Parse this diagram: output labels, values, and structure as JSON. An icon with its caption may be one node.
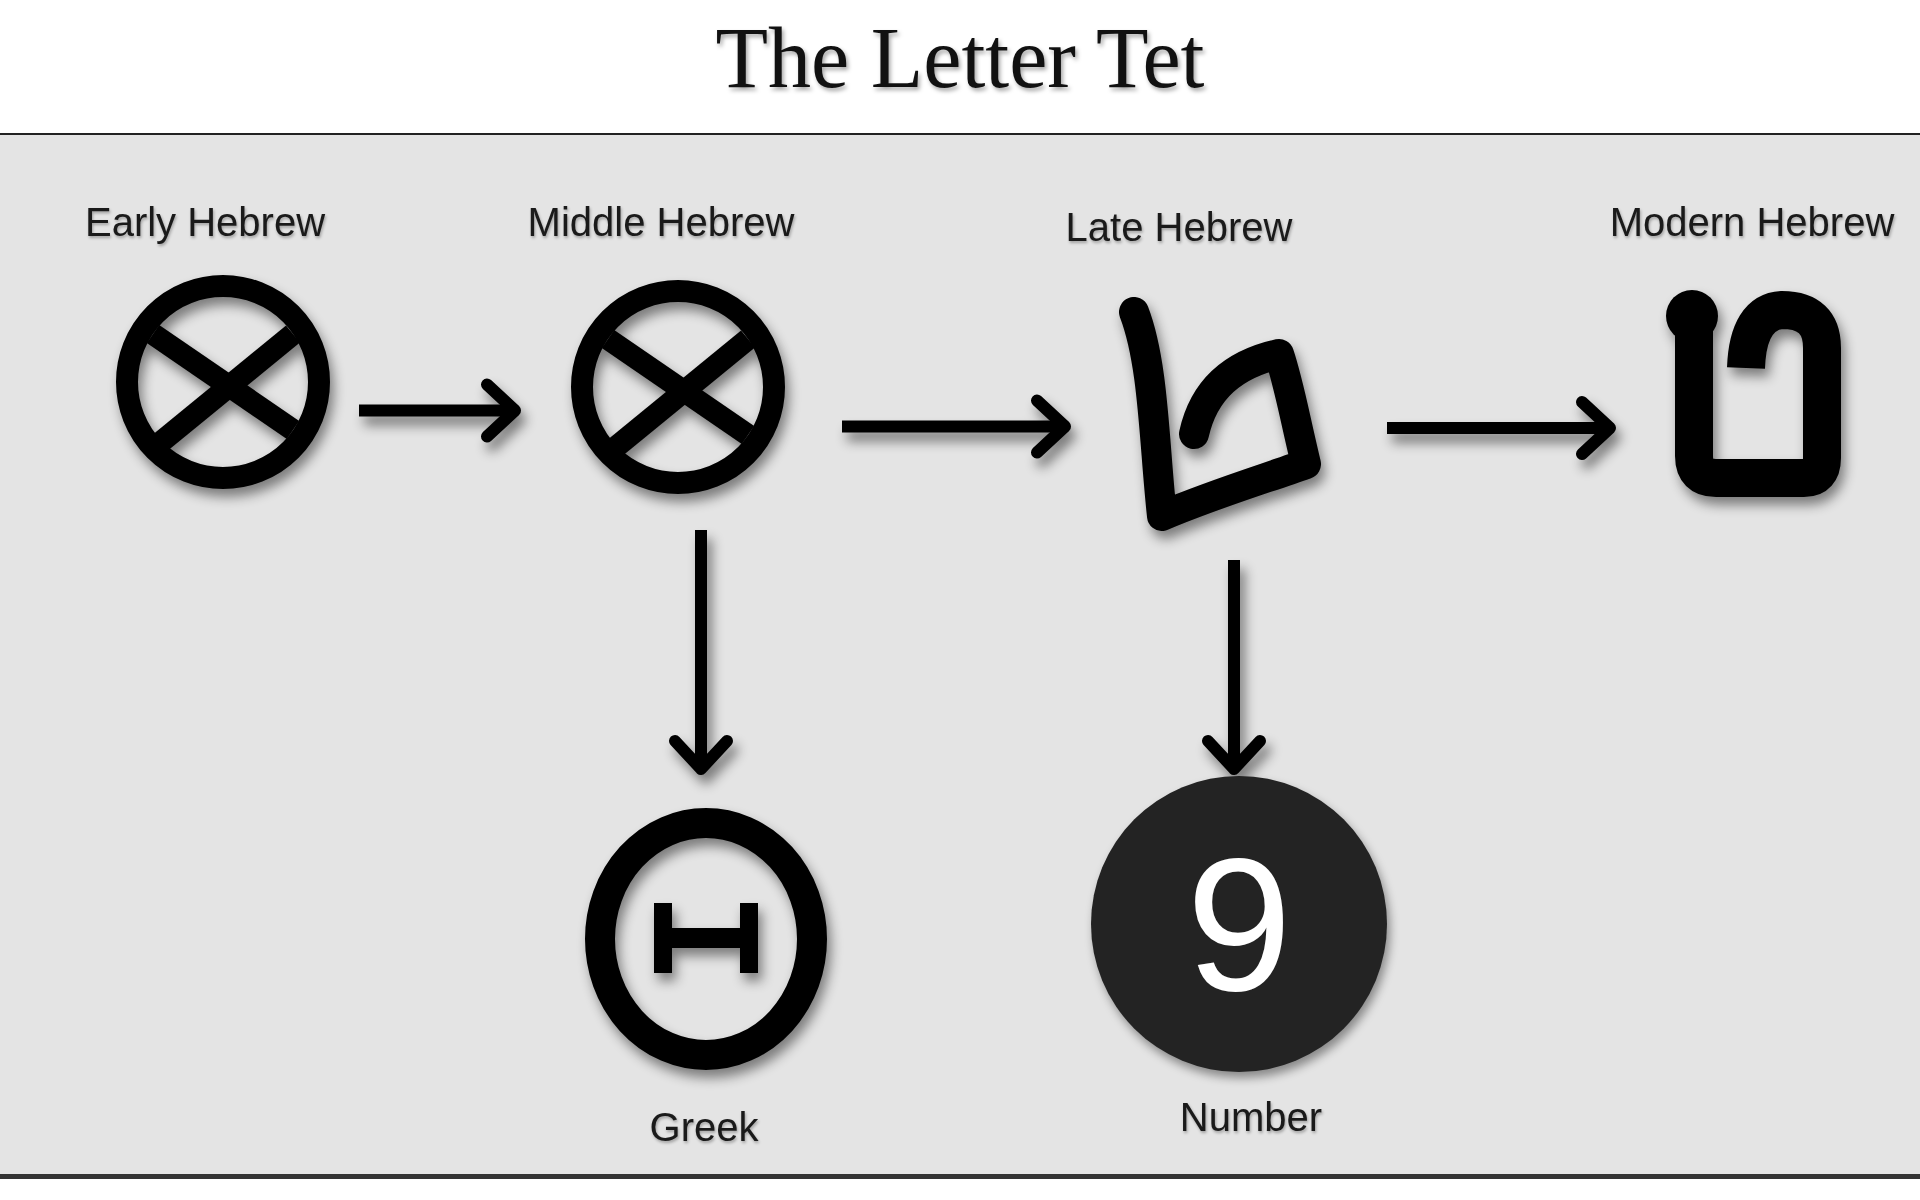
{
  "diagram": {
    "title": "The Letter Tet",
    "nodes": [
      {
        "text": [
          "Early Hebrew"
        ]
      },
      {
        "text": [
          "Middle Hebrew"
        ]
      },
      {
        "text": [
          "Late Hebrew"
        ]
      },
      {
        "text": [
          "Modern Hebrew"
        ]
      },
      {
        "text": [
          "Greek"
        ]
      },
      {
        "text": [
          "9",
          "Number"
        ]
      }
    ],
    "edges": [
      {
        "from": 0,
        "to": 1,
        "arrow": "to"
      },
      {
        "from": 1,
        "to": 2,
        "arrow": "to"
      },
      {
        "from": 2,
        "to": 3,
        "arrow": "to"
      },
      {
        "from": 1,
        "to": 4,
        "arrow": "to"
      },
      {
        "from": 2,
        "to": 5,
        "arrow": "to"
      }
    ]
  }
}
